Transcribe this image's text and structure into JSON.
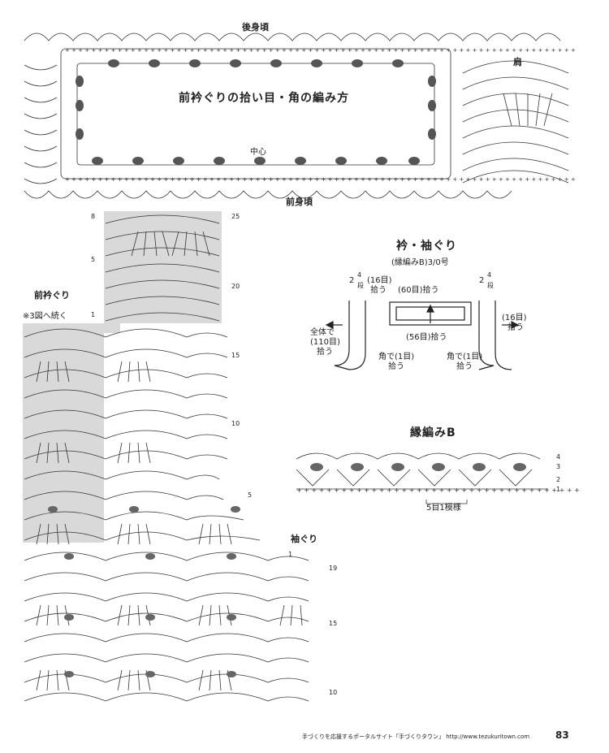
{
  "top_chart": {
    "back_label": "後身頃",
    "front_label": "前身頃",
    "shoulder_label": "肩",
    "center_label": "中心",
    "title": "前衿ぐりの拾い目・角の編み方"
  },
  "main_chart": {
    "front_neck_label": "前衿ぐり",
    "continue_note": "※3図へ続く",
    "armhole_label": "袖ぐり",
    "left_rows": [
      "8",
      "5",
      "1"
    ],
    "right_rows": [
      "25",
      "20",
      "15",
      "10",
      "5",
      "1"
    ],
    "armhole_rows": [
      "19",
      "15",
      "10"
    ]
  },
  "collar_diagram": {
    "title": "衿・袖ぐり",
    "subtitle": "(縁編みB)3/0号",
    "rows_left": "2",
    "rows_left_small": "4",
    "rows_left_unit": "段",
    "rows_right": "2",
    "rows_right_small": "4",
    "rows_right_unit": "段",
    "pick_16_left_a": "(16目)",
    "pick_16_left_b": "拾う",
    "pick_60": "(60目)拾う",
    "pick_16_right_a": "(16目)",
    "pick_16_right_b": "拾う",
    "total_a": "全体で",
    "total_b": "(110目)",
    "total_c": "拾う",
    "pick_56": "(56目)拾う",
    "corner_left_a": "角で(1目)",
    "corner_left_b": "拾う",
    "corner_right_a": "角で(1目)",
    "corner_right_b": "拾う"
  },
  "edging_b": {
    "title": "縁編みB",
    "rows": [
      "4",
      "3",
      "2",
      "1"
    ],
    "repeat_label": "5目1模様"
  },
  "footer": {
    "text": "手づくりを応援するポータルサイト「手づくりタウン」 http://www.tezukuritown.com",
    "page": "83"
  }
}
